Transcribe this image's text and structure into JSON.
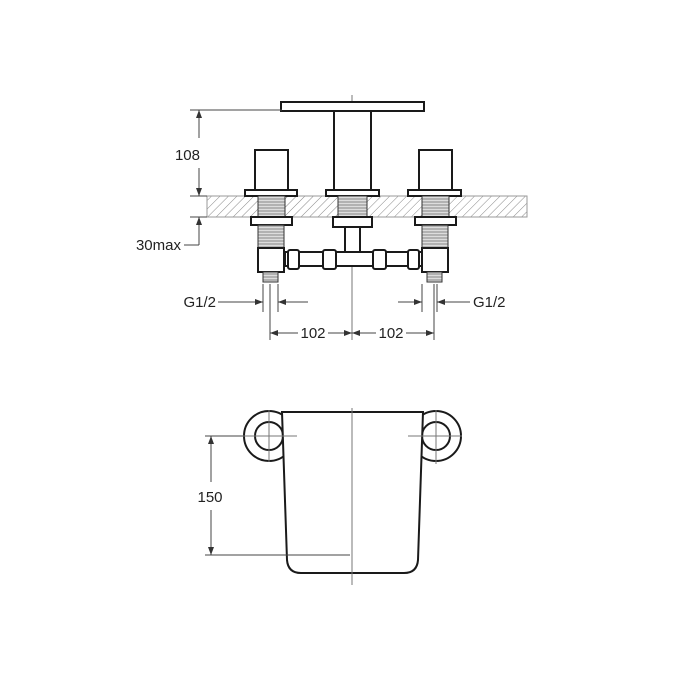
{
  "dimensions": {
    "spout_height": "108",
    "deck_thickness": "30max",
    "left_connection": "G1/2",
    "right_connection": "G1/2",
    "left_spacing": "102",
    "right_spacing": "102",
    "handle_height": "150"
  }
}
